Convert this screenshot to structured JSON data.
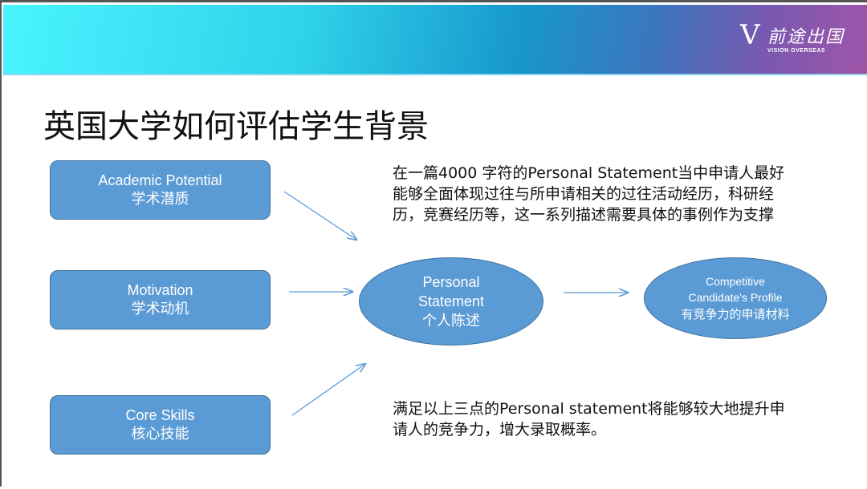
{
  "logo": {
    "mark": "V",
    "cn": "前途出国",
    "en": "VISION OVERSEAS"
  },
  "title": "英国大学如何评估学生背景",
  "inputs": [
    {
      "en": "Academic Potential",
      "cn": "学术潜质"
    },
    {
      "en": "Motivation",
      "cn": "学术动机"
    },
    {
      "en": "Core Skills",
      "cn": "核心技能"
    }
  ],
  "center": {
    "line1": "Personal",
    "line2": "Statement",
    "cn": "个人陈述"
  },
  "output": {
    "line1": "Competitive",
    "line2": "Candidate's Profile",
    "cn": "有竞争力的申请材料"
  },
  "note_top": [
    "在一篇4000 字符的Personal Statement当中申请人最好",
    "能够全面体现过往与所申请相关的过往活动经历，科研经",
    "历，竞赛经历等，这一系列描述需要具体的事例作为支撑"
  ],
  "note_bottom": [
    "满足以上三点的Personal  statement将能够较大地提升申",
    "请人的竞争力，增大录取概率。"
  ],
  "colors": {
    "node": "#5b9bd5",
    "arrow": "#5b9bd5"
  }
}
